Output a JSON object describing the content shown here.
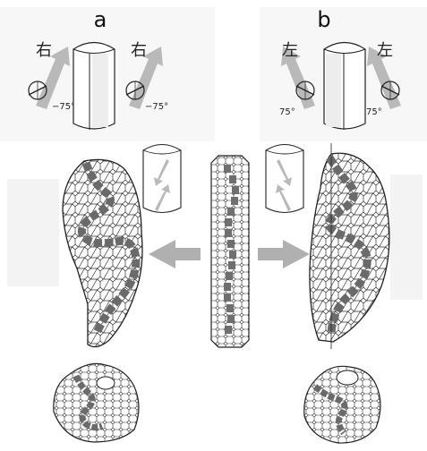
{
  "panels": {
    "a": {
      "letter": "a",
      "direction_char": "右",
      "angle_left": "−75°",
      "angle_right": "−75°"
    },
    "b": {
      "letter": "b",
      "direction_char": "左",
      "angle_left": "75°",
      "angle_right": "75°"
    }
  },
  "colors": {
    "arrow": "#b9b9b9",
    "cell_dark": "#6f6f6f",
    "cell_light": "#ffffff",
    "outline": "#222222",
    "panel_bg": "#f7f7f7"
  }
}
